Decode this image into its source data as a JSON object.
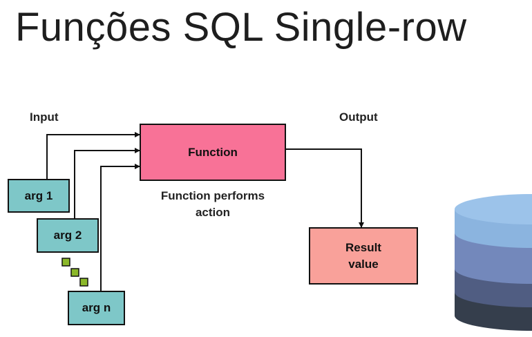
{
  "title": "Funções SQL Single-row",
  "diagram": {
    "input_label": "Input",
    "output_label": "Output",
    "function_label": "Function",
    "function_desc": [
      "Function performs",
      "action"
    ],
    "result_label": [
      "Result",
      "value"
    ],
    "args": [
      "arg 1",
      "arg 2",
      "arg n"
    ]
  },
  "colors": {
    "arg": "#7ec7c8",
    "function": "#f87297",
    "result": "#f9a19a",
    "ellipsis": "#8bb82a",
    "db_layers": [
      "#8bb4df",
      "#7388bb",
      "#505d82",
      "#353e4c"
    ]
  },
  "icons": {
    "database": "database-icon",
    "ellipsis": "vertical-ellipsis-icon"
  }
}
